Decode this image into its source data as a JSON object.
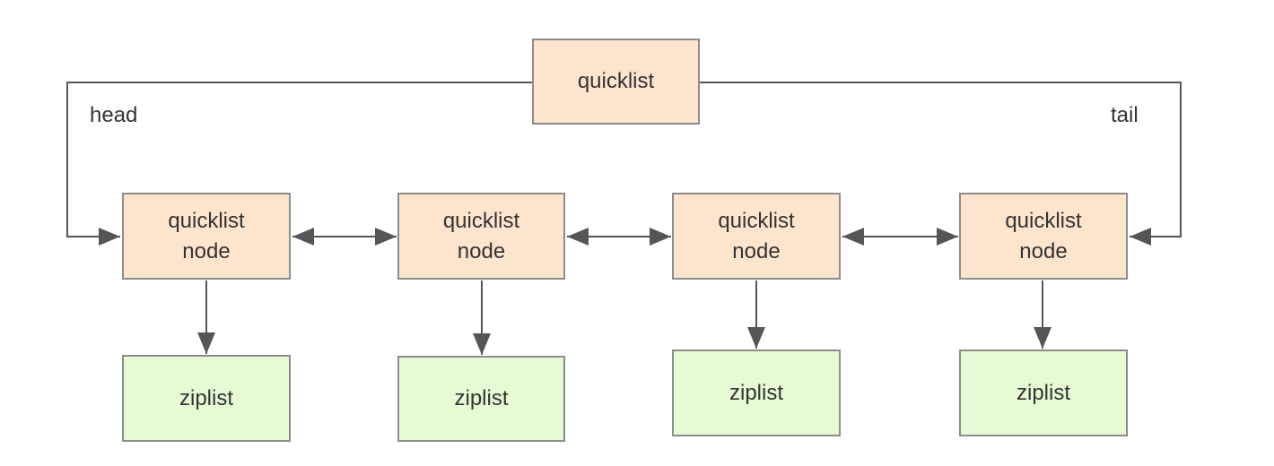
{
  "colors": {
    "node_fill": "#fde4cd",
    "ziplist_fill": "#e6fbd4",
    "border": "#8c8c8c",
    "line": "#555555",
    "text": "#333333"
  },
  "quicklist": {
    "label": "quicklist"
  },
  "edges": {
    "head": "head",
    "tail": "tail"
  },
  "nodes": [
    {
      "label": "quicklist\nnode"
    },
    {
      "label": "quicklist\nnode"
    },
    {
      "label": "quicklist\nnode"
    },
    {
      "label": "quicklist\nnode"
    }
  ],
  "ziplists": [
    {
      "label": "ziplist"
    },
    {
      "label": "ziplist"
    },
    {
      "label": "ziplist"
    },
    {
      "label": "ziplist"
    }
  ]
}
